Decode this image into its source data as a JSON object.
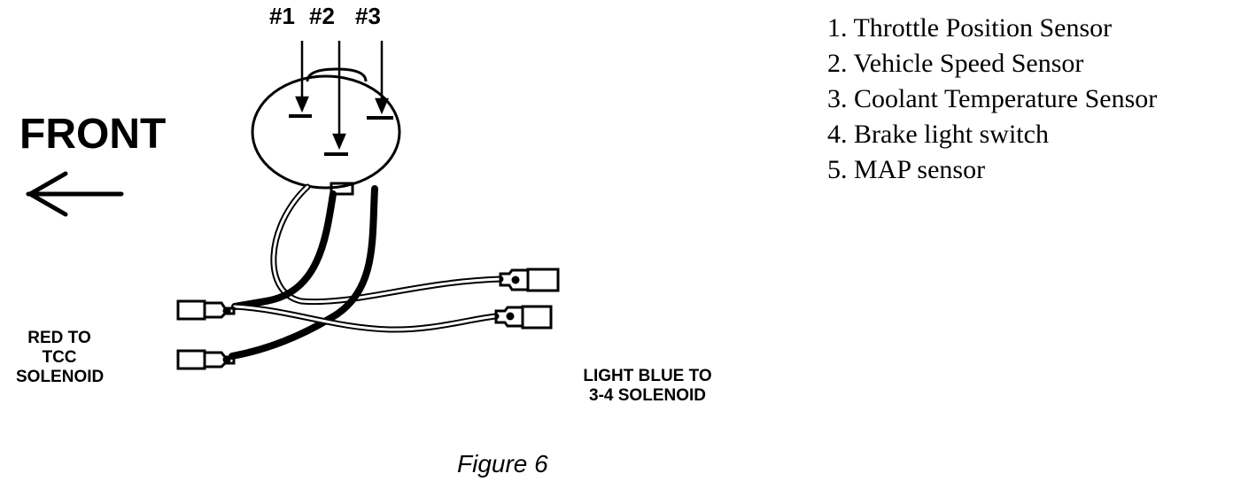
{
  "pins": [
    "#1",
    "#2",
    "#3"
  ],
  "front_label": "FRONT",
  "red_label": [
    "RED TO",
    "TCC",
    "SOLENOID"
  ],
  "blue_label": [
    "LIGHT BLUE TO",
    "3-4 SOLENOID"
  ],
  "caption": "Figure 6",
  "legend": [
    "1. Throttle Position Sensor",
    "2. Vehicle Speed Sensor",
    "3. Coolant Temperature Sensor",
    "4. Brake light switch",
    "5. MAP sensor"
  ]
}
